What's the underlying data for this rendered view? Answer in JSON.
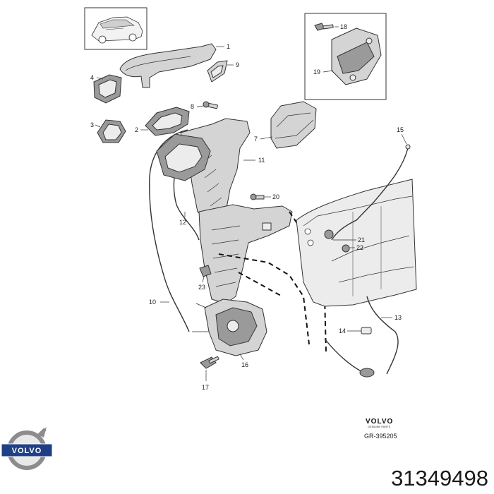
{
  "diagram": {
    "callouts": [
      "1",
      "2",
      "3",
      "4",
      "7",
      "8",
      "9",
      "10",
      "11",
      "12",
      "13",
      "14",
      "15",
      "16",
      "17",
      "18",
      "19",
      "20",
      "21",
      "22",
      "23"
    ],
    "brand_wordmark": "VOLVO",
    "brand_subtitle": "GENUINE PARTS",
    "diagram_id": "GR-395205"
  },
  "logo": {
    "wordmark": "VOLVO"
  },
  "part_number": "31349498"
}
